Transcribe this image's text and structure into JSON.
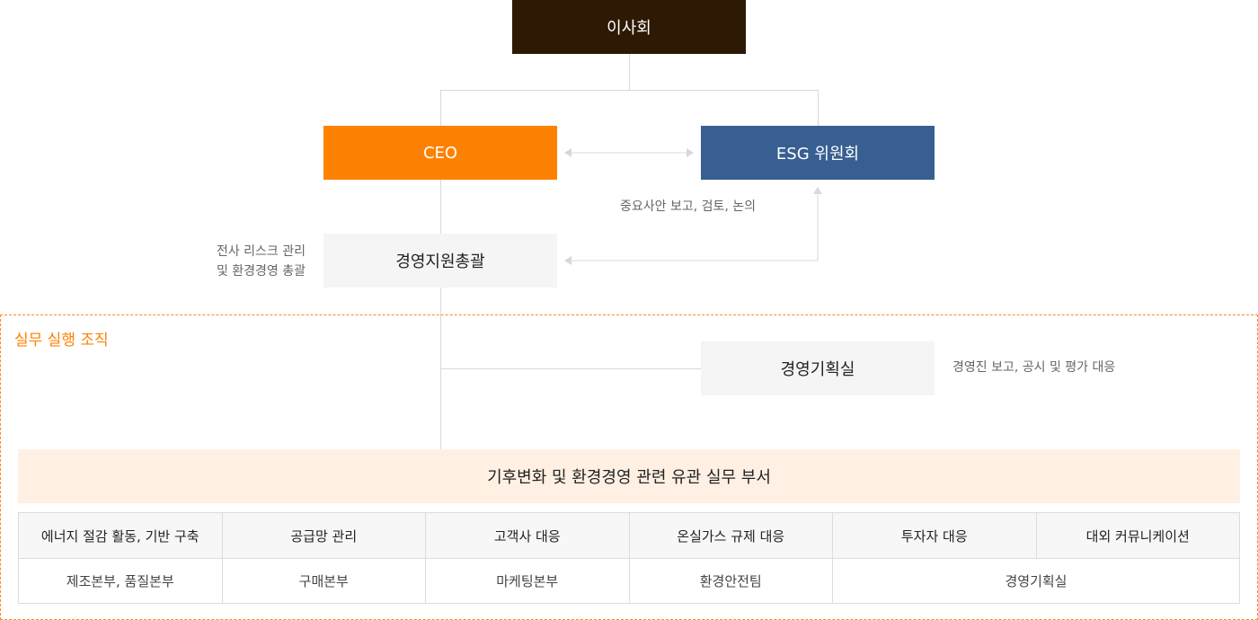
{
  "org": {
    "board": "이사회",
    "ceo": "CEO",
    "esg_committee": "ESG 위원회",
    "report_note": "중요사안 보고, 검토, 논의",
    "mgmt_support": "경영지원총괄",
    "mgmt_note_line1": "전사 리스크 관리",
    "mgmt_note_line2": "및 환경경영 총괄",
    "exec_title": "실무 실행 조직",
    "planning_office": "경영기획실",
    "planning_note": "경영진 보고, 공시 및 평가 대응",
    "departments_banner": "기후변화 및 환경경영 관련 유관 실무 부서"
  },
  "departments": {
    "roles": [
      "에너지 절감 활동, 기반 구축",
      "공급망 관리",
      "고객사 대응",
      "온실가스 규제 대응",
      "투자자 대응",
      "대외 커뮤니케이션"
    ],
    "owners": [
      "제조본부, 품질본부",
      "구매본부",
      "마케팅본부",
      "환경안전팀",
      "경영기획실"
    ]
  },
  "colors": {
    "board": "#2e1905",
    "ceo": "#fd8102",
    "esg": "#375f92",
    "exec_accent": "#fd8102",
    "banner": "#fff0e3"
  }
}
